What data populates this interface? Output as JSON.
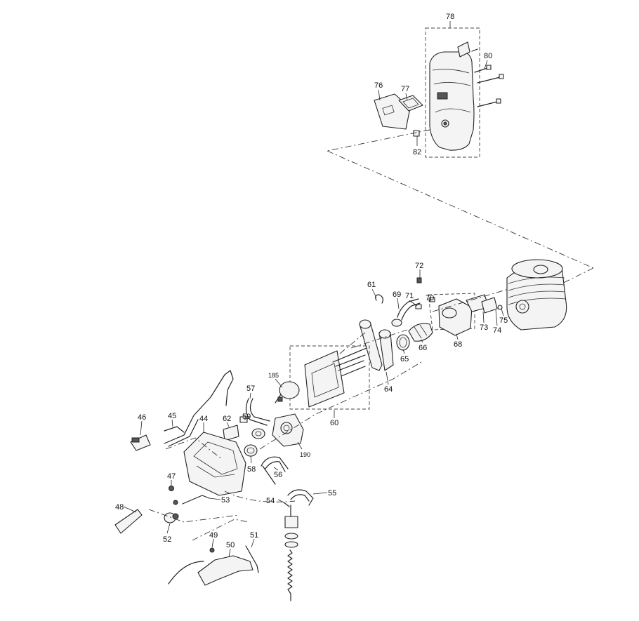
{
  "labels": {
    "l78": "78",
    "l80": "80",
    "l76": "76",
    "l77": "77",
    "l82": "82",
    "l72": "72",
    "l61": "61",
    "l69": "69",
    "l71": "71",
    "l70": "70",
    "l73": "73",
    "l74": "74",
    "l75": "75",
    "l65": "65",
    "l66": "66",
    "l68": "68",
    "l64": "64",
    "l60": "60",
    "l185": "185",
    "l57": "57",
    "l59": "59",
    "l62": "62",
    "l44": "44",
    "l45": "45",
    "l46": "46",
    "l190": "190",
    "l58": "58",
    "l56": "56",
    "l47": "47",
    "l55": "55",
    "l54": "54",
    "l53": "53",
    "l48": "48",
    "l52": "52",
    "l49": "49",
    "l50": "50",
    "l51": "51"
  }
}
